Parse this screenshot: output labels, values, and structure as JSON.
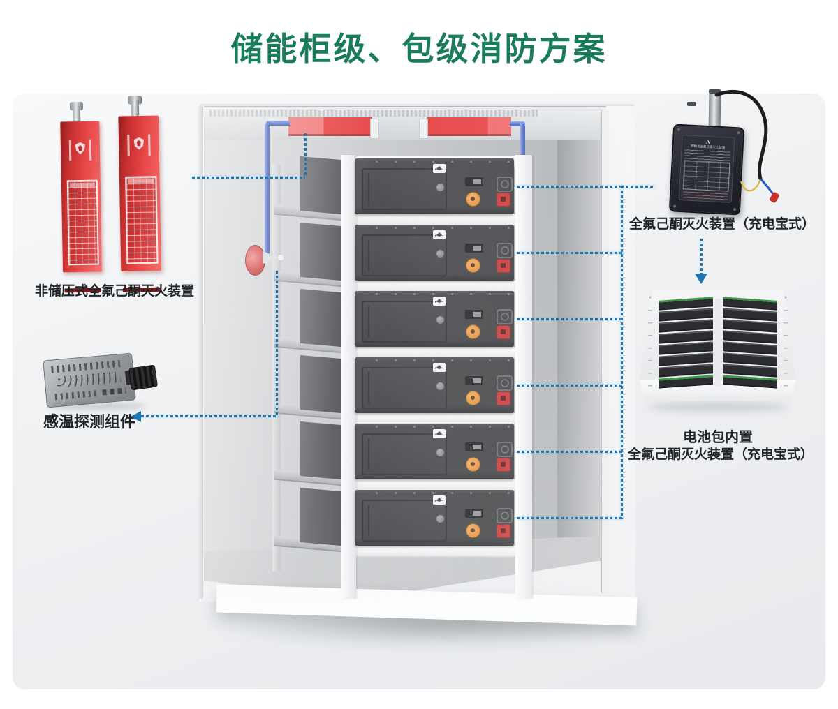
{
  "header": {
    "title": "储能柜级、包级消防方案",
    "title_color": "#1b7c59"
  },
  "left": {
    "extinguisher_label": "非储压式全氟己酮灭火装置",
    "sensor_label": "感温探测组件"
  },
  "right": {
    "portable_label": "全氟己酮灭火装置（充电宝式）",
    "device_logo": "N",
    "device_plate_title": "预制式全氟己酮灭火装置",
    "pack_label_line1": "电池包内置",
    "pack_label_line2": "全氟己酮灭火装置（充电宝式）"
  },
  "cabinet": {
    "module_count": 6,
    "suppression_bar_count": 2
  },
  "colors": {
    "accent_green": "#1b7c59",
    "annotation_line": "#1e78ad",
    "pipe_blue": "#4465cc",
    "device_red": "#e63636"
  }
}
